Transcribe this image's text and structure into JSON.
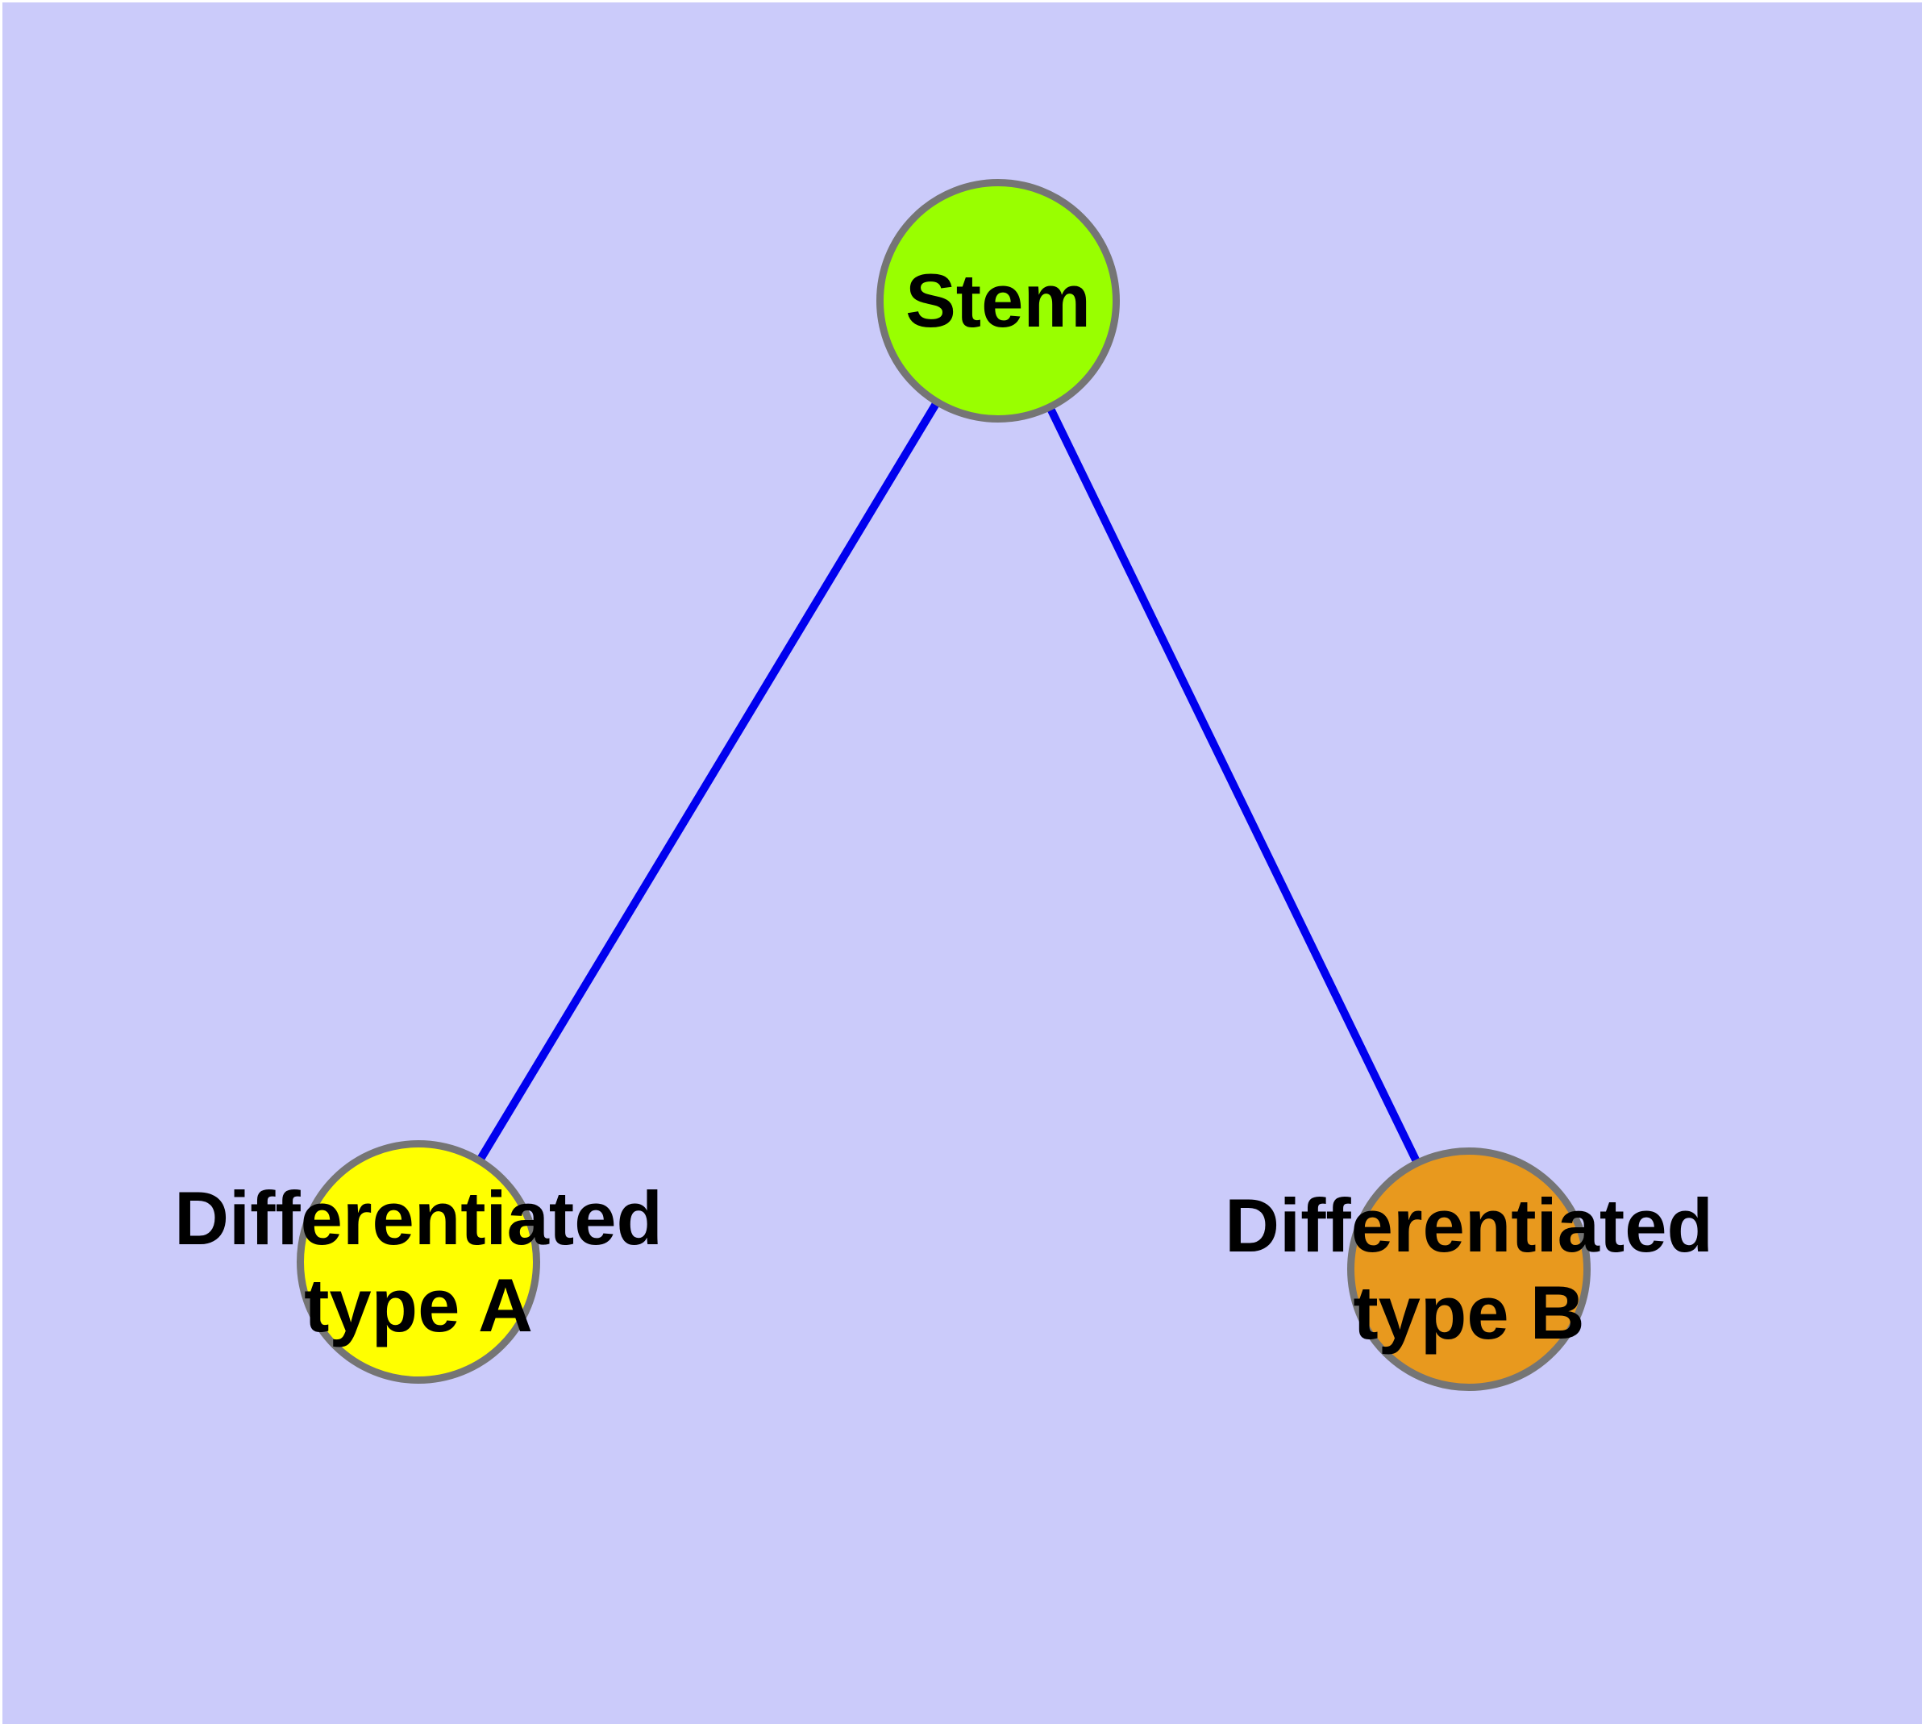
{
  "diagram": {
    "background_color": "#cbcbfa",
    "frame_color": "#ffffff",
    "edge_color": "#0000ee",
    "node_border_color": "#757575",
    "nodes": {
      "stem": {
        "label": "Stem",
        "fill": "#99ff00"
      },
      "type_a": {
        "line1": "Differentiated",
        "line2": "type A",
        "fill": "#ffff00"
      },
      "type_b": {
        "line1": "Differentiated",
        "line2": "type B",
        "fill": "#e8991e"
      }
    },
    "edges": [
      {
        "from": "stem",
        "to": "type_a"
      },
      {
        "from": "stem",
        "to": "type_b"
      }
    ]
  }
}
